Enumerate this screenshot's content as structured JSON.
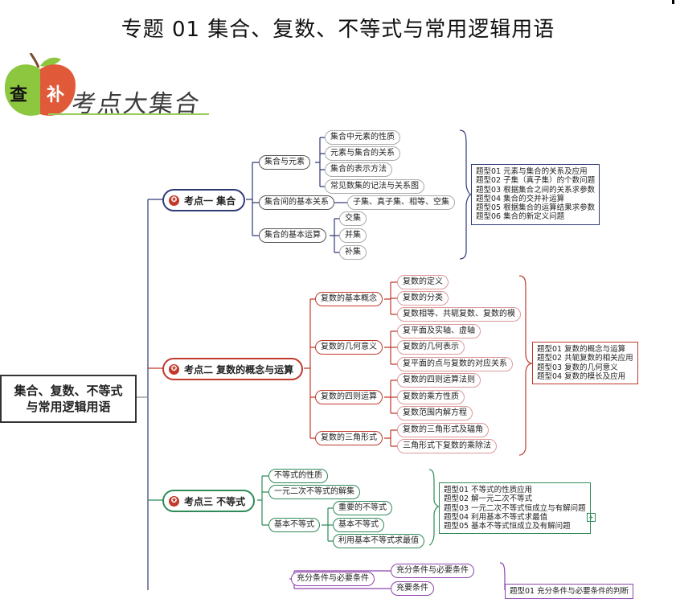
{
  "title": "专题 01  集合、复数、不等式与常用逻辑用语",
  "banner": {
    "word_left": "查",
    "word_right": "补",
    "subtitle": "考点大集合"
  },
  "root": {
    "line1": "集合、复数、不等式",
    "line2": "与常用逻辑用语"
  },
  "topics": [
    {
      "label": "考点一 集合",
      "color": "#2f3a78",
      "branches": [
        {
          "label": "集合与元素",
          "children": [
            "集合中元素的性质",
            "元素与集合的关系",
            "集合的表示方法",
            "常见数集的记法与关系图"
          ]
        },
        {
          "label": "集合间的基本关系",
          "children": [
            "子集、真子集、相等、空集"
          ]
        },
        {
          "label": "集合的基本运算",
          "children": [
            "交集",
            "并集",
            "补集"
          ]
        }
      ],
      "questions": [
        "题型01 元素与集合的关系及应用",
        "题型02 子集（真子集）的个数问题",
        "题型03 根据集合之间的关系求参数",
        "题型04 集合的交并补运算",
        "题型05 根据集合的运算结果求参数",
        "题型06 集合的新定义问题"
      ]
    },
    {
      "label": "考点二 复数的概念与运算",
      "color": "#c0392b",
      "branches": [
        {
          "label": "复数的基本概念",
          "children": [
            "复数的定义",
            "复数的分类",
            "复数相等、共轭复数、复数的模"
          ]
        },
        {
          "label": "复数的几何意义",
          "children": [
            "复平面及实轴、虚轴",
            "复数的几何表示",
            "复平面的点与复数的对应关系"
          ]
        },
        {
          "label": "复数的四则运算",
          "children": [
            "复数的四则运算法则",
            "复数的乘方性质",
            "复数范围内解方程"
          ]
        },
        {
          "label": "复数的三角形式",
          "children": [
            "复数的三角形式及辐角",
            "三角形式下复数的乘除法"
          ]
        }
      ],
      "questions": [
        "题型01 复数的概念与运算",
        "题型02 共轭复数的相关应用",
        "题型03 复数的几何意义",
        "题型04 复数的模长及应用"
      ]
    },
    {
      "label": "考点三 不等式",
      "color": "#2e8b57",
      "branches": [
        {
          "label": "不等式的性质",
          "children": []
        },
        {
          "label": "一元二次不等式的解集",
          "children": []
        },
        {
          "label": "基本不等式",
          "children": [
            "重要的不等式",
            "基本不等式",
            "利用基本不等式求最值"
          ]
        }
      ],
      "questions": [
        "题型01 不等式的性质应用",
        "题型02 解一元二次不等式",
        "题型03 一元二次不等式恒成立与有解问题",
        "题型04 利用基本不等式求最值",
        "题型05 基本不等式恒成立及有解问题"
      ]
    },
    {
      "label": "",
      "color": "#8e44ad",
      "branches": [
        {
          "label": "充分条件与必要条件",
          "children": [
            "充分条件与必要条件",
            "充要条件"
          ]
        }
      ],
      "questions": [
        "题型01 充分条件与必要条件的判断"
      ]
    }
  ]
}
